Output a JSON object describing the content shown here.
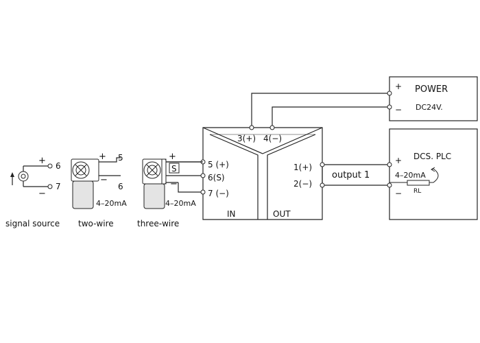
{
  "module": {
    "pin3": "3(+)",
    "pin4": "4(−)",
    "pin5": "5 (+)",
    "pin6": "6(S)",
    "pin7": "7 (−)",
    "pin1": "1(+)",
    "pin2": "2(−)",
    "in_label": "IN",
    "out_label": "OUT"
  },
  "power": {
    "title": "POWER",
    "voltage": "DC24V.",
    "plus": "+",
    "minus": "−"
  },
  "dcs": {
    "title": "DCS. PLC",
    "plus": "+",
    "minus": "−",
    "current": "4–20mA",
    "resistor": "RL"
  },
  "output_label": "output 1",
  "signal_source": {
    "label": "signal source",
    "plus": "+",
    "minus": "−",
    "t6": "6",
    "t7": "7"
  },
  "two_wire": {
    "label": "two-wire",
    "plus": "+",
    "minus": "−",
    "t5": "5",
    "t6": "6",
    "current": "4–20mA"
  },
  "three_wire": {
    "label": "three-wire",
    "plus": "+",
    "s": "S",
    "minus": "−",
    "current": "4–20mA"
  }
}
